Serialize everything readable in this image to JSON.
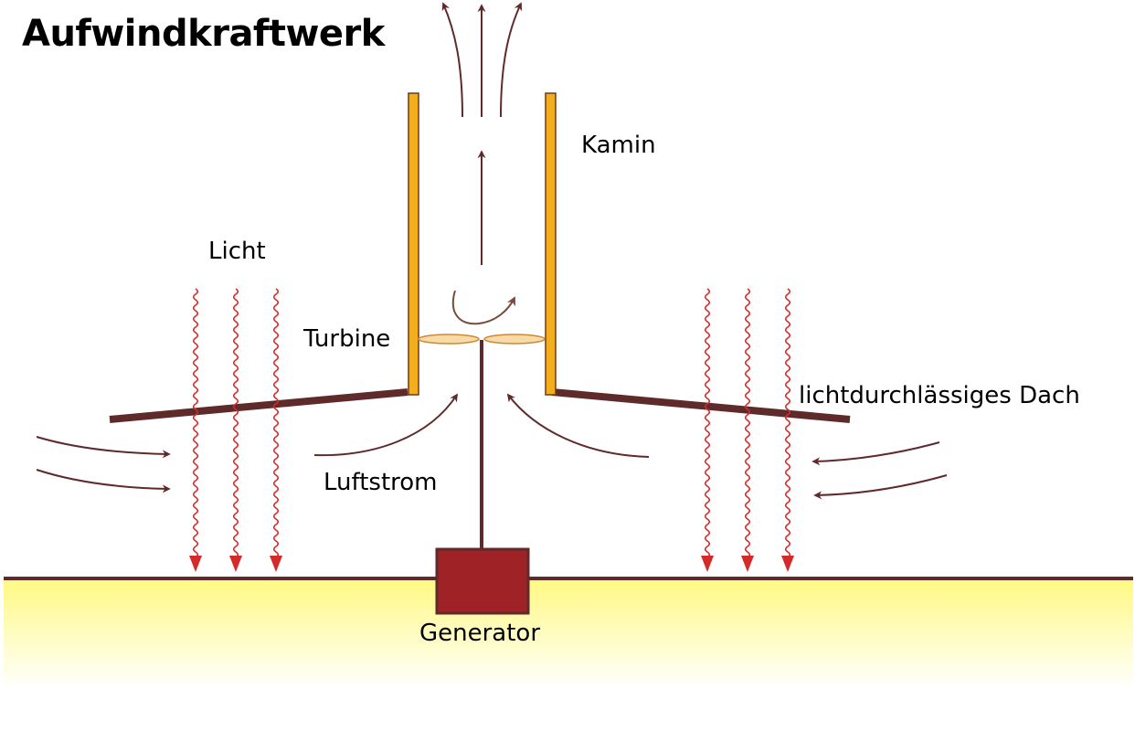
{
  "title": "Aufwindkraftwerk",
  "labels": {
    "chimney": "Kamin",
    "light": "Licht",
    "turbine": "Turbine",
    "roof": "lichtdurchlässiges Dach",
    "airflow": "Luftstrom",
    "generator": "Generator"
  },
  "colors": {
    "chimney_fill": "#F2AE1C",
    "chimney_stroke": "#6B3A1E",
    "roof": "#5E2A2A",
    "arrow": "#5E2A2A",
    "light_wave": "#D42A2A",
    "turbine_blade": "#F9D9A5",
    "generator_fill": "#9E2226",
    "ground_top": "#FFF982",
    "ground_bottom": "#FFFFFF"
  },
  "icons": {
    "light": "wavy-arrow-down",
    "airflow": "curved-arrow",
    "rotation": "rotation-arrow"
  }
}
